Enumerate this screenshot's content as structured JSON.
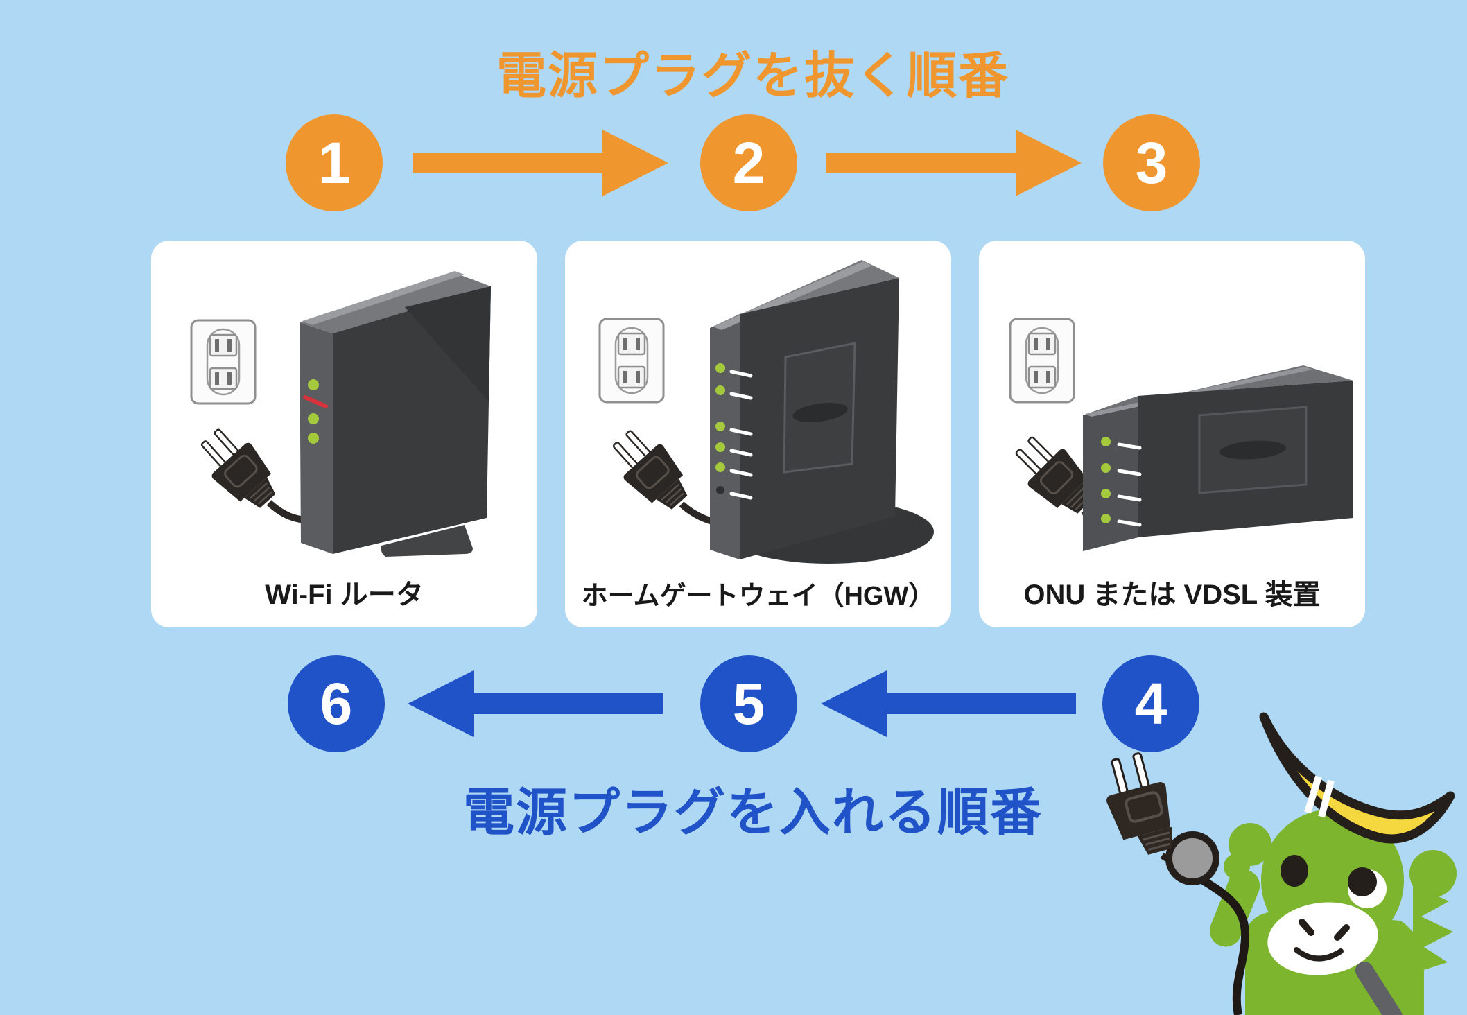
{
  "titles": {
    "unplug": "電源プラグを抜く順番",
    "plug_in": "電源プラグを入れる順番"
  },
  "steps": {
    "unplug": [
      "1",
      "2",
      "3"
    ],
    "plug_in": [
      "4",
      "5",
      "6"
    ]
  },
  "cards": [
    {
      "label": "Wi-Fi ルータ"
    },
    {
      "label": "ホームゲートウェイ（HGW）"
    },
    {
      "label": "ONU または VDSL 装置"
    }
  ],
  "colors": {
    "background": "#AED8F3",
    "unplug_accent": "#F0962F",
    "plug_accent": "#2052C8",
    "card_bg": "#FFFFFF",
    "label_text": "#191919",
    "led_green": "#A5C93C",
    "led_red_line": "#D8323C",
    "mascot_green": "#7DB52E",
    "horn_yellow": "#F5D840"
  }
}
